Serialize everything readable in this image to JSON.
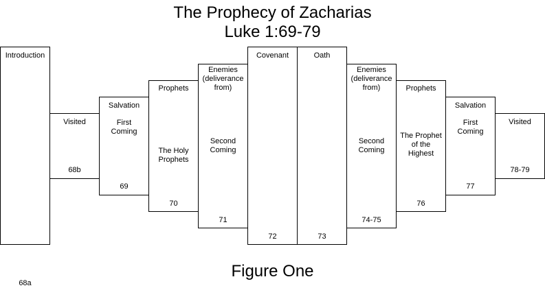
{
  "title": "The Prophecy of Zacharias",
  "subtitle": "Luke 1:69-79",
  "caption": "Figure One",
  "columns": [
    {
      "head": "Introduction",
      "body": "",
      "num": "68a"
    },
    {
      "head": "Visited",
      "body": "",
      "num": "68b"
    },
    {
      "head": "Salvation",
      "body": "First\nComing",
      "num": "69"
    },
    {
      "head": "Prophets",
      "body": "The Holy\nProphets",
      "num": "70"
    },
    {
      "head": "Enemies\n(deliverance\nfrom)",
      "body": "Second\nComing",
      "num": "71"
    },
    {
      "head": "Covenant",
      "body": "",
      "num": "72"
    },
    {
      "head": "Oath",
      "body": "",
      "num": "73"
    },
    {
      "head": "Enemies\n(deliverance\nfrom)",
      "body": "Second\nComing",
      "num": "74-75"
    },
    {
      "head": "Prophets",
      "body": "The Prophet\nof the\nHighest",
      "num": "76"
    },
    {
      "head": "Salvation",
      "body": "First\nComing",
      "num": "77"
    },
    {
      "head": "Visited",
      "body": "",
      "num": "78-79"
    }
  ]
}
